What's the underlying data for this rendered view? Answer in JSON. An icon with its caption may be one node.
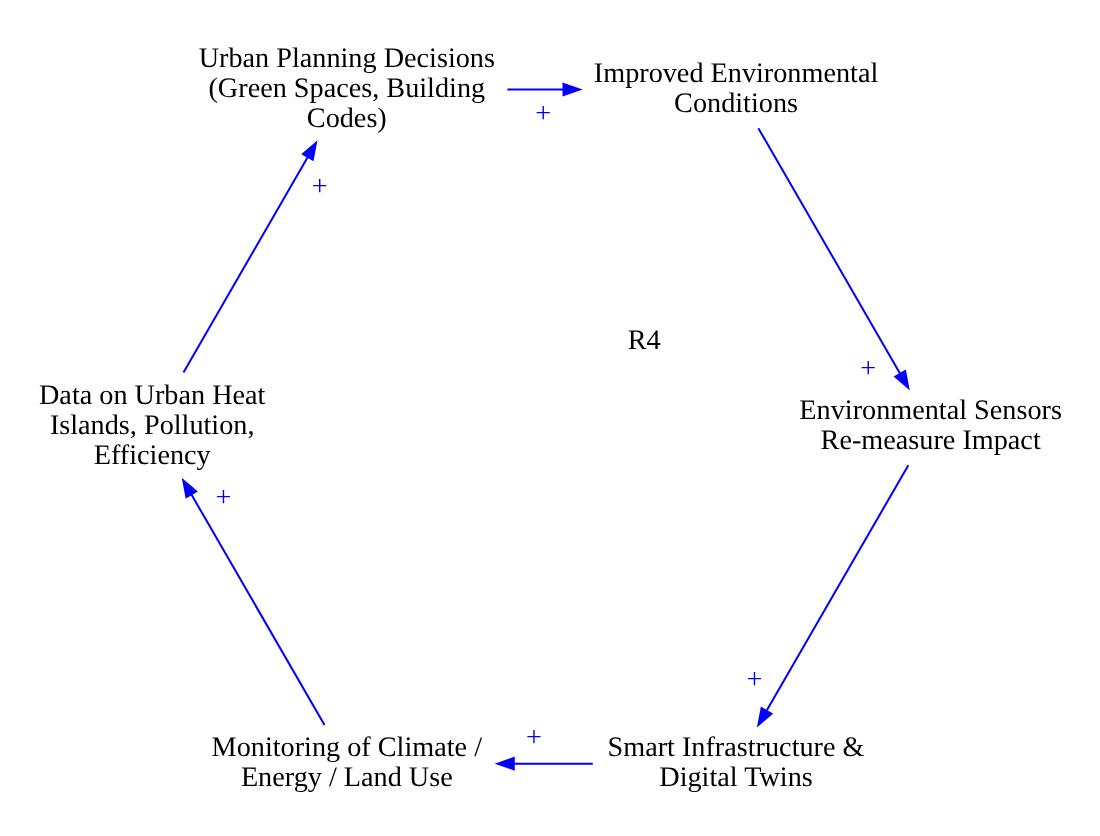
{
  "diagram": {
    "nodes": [
      {
        "text": [
          "Smart Infrastructure & Digital Twins"
        ]
      },
      {
        "text": [
          "Monitoring of Climate / Energy / Land Use"
        ]
      },
      {
        "text": [
          "Data on Urban Heat Islands, Pollution, Efficiency"
        ]
      },
      {
        "text": [
          "Urban Planning Decisions (Green Spaces, Building Codes)"
        ]
      },
      {
        "text": [
          "Improved Environmental Conditions"
        ]
      },
      {
        "text": [
          "Environmental Sensors Re-measure Impact"
        ]
      }
    ],
    "edges": [
      {
        "from": 0,
        "to": 1,
        "arrow": "to",
        "label": "+"
      },
      {
        "from": 1,
        "to": 2,
        "arrow": "to",
        "label": "+"
      },
      {
        "from": 2,
        "to": 3,
        "arrow": "to",
        "label": "+"
      },
      {
        "from": 3,
        "to": 4,
        "arrow": "to",
        "label": "+"
      },
      {
        "from": 4,
        "to": 5,
        "arrow": "to",
        "label": "+"
      },
      {
        "from": 5,
        "to": 0,
        "arrow": "to",
        "label": "+"
      }
    ],
    "labels": [
      "R4"
    ]
  }
}
